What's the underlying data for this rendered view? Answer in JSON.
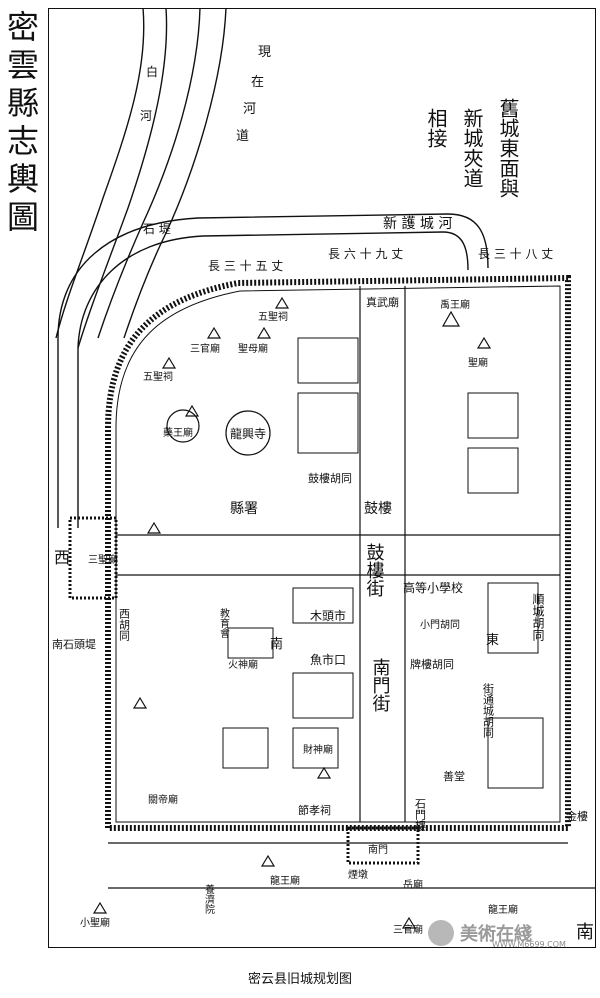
{
  "title": "密雲縣志輿圖",
  "caption": "密云县旧城规划图",
  "watermark": {
    "name": "美術在綫",
    "url": "WWW.M6699.COM"
  },
  "map": {
    "river_labels": [
      "白",
      "河",
      "現",
      "在",
      "河",
      "道"
    ],
    "annotation": [
      "舊城東面與",
      "新城夾道",
      "相接"
    ],
    "road_top": "新 護 城 河",
    "road_measure_1": "長 三 十 五 丈",
    "road_measure_2": "長 六 十 九 丈",
    "road_measure_3": "長 三 十 八 丈",
    "dike": "石 堤",
    "dike_left": "南石頭堤",
    "gates": {
      "west": "西",
      "east": "東",
      "south_big": "南",
      "south": "南"
    },
    "temples": [
      "五聖祠",
      "三官廟",
      "聖母廟",
      "五聖祠",
      "真武廟",
      "禹王廟",
      "藥王廟",
      "聖廟",
      "火神廟",
      "三聖廟",
      "財神廟",
      "關帝廟",
      "龍王廟",
      "龍王廟",
      "岳廟",
      "三官廟",
      "小聖廟"
    ],
    "streets": {
      "drum_tower": "鼓樓",
      "drum_tower_st": "鼓樓街",
      "drum_tower_alley": "鼓樓胡同",
      "south_gate_st": "南門街",
      "muye_st": "木頭市",
      "yu_st": "魚市口",
      "paifang": "牌樓胡同",
      "shuncheng": "順城胡同",
      "xicheng": "西胡同",
      "yamen": "縣署",
      "longxing": "龍興寺",
      "school": "高等小學校",
      "jiaoyu": "教育會",
      "dongguan": "街通城胡同",
      "xiaomen": "小門胡同",
      "nanmen": "南門",
      "jinlou": "金樓",
      "yangji": "養濟院",
      "yanhui": "煙墩",
      "jieyi": "節孝祠",
      "shantang": "善堂",
      "shimenlou": "石門樓"
    }
  }
}
